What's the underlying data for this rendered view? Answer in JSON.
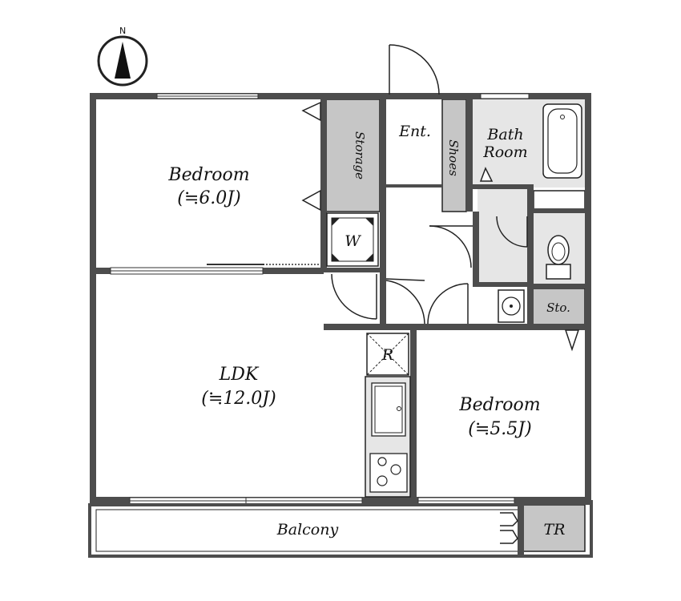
{
  "compass": {
    "label": "N"
  },
  "rooms": {
    "bedroom1": {
      "name": "Bedroom",
      "size": "(≒6.0J)"
    },
    "ldk": {
      "name": "LDK",
      "size": "(≒12.0J)"
    },
    "bedroom2": {
      "name": "Bedroom",
      "size": "(≒5.5J)"
    },
    "entrance": {
      "name": "Ent."
    },
    "storage": {
      "name": "Storage"
    },
    "shoes": {
      "name": "Shoes"
    },
    "bath": {
      "line1": "Bath",
      "line2": "Room"
    },
    "washer": {
      "name": "W"
    },
    "refrigerator": {
      "name": "R"
    },
    "sto": {
      "name": "Sto."
    },
    "balcony": {
      "name": "Balcony"
    },
    "trunk_room": {
      "name": "TR"
    }
  },
  "colors": {
    "wall": "#4d4d4d",
    "fixture_fill": "#c6c6c6",
    "light_fill": "#e6e6e6",
    "line": "#222222"
  }
}
